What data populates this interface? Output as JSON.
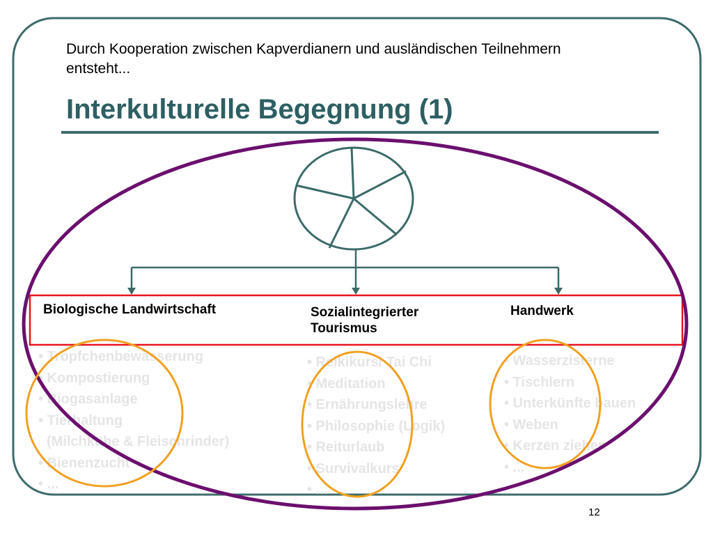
{
  "slide": {
    "subtitle": "Durch Kooperation zwischen Kapverdianern und ausländischen Teilnehmern entsteht...",
    "title": "Interkulturelle Begegnung (1)",
    "page_number": "12"
  },
  "categories": [
    {
      "label": "Biologische Landwirtschaft",
      "items": [
        "• Tröpfchenbewässerung",
        "• Kompostierung",
        "• Biogasanlage",
        "• Tierhaltung",
        "  (Milchkühe & Fleischrinder)",
        "• Bienenzucht",
        "• ..."
      ]
    },
    {
      "label": "Sozialintegrierter Tourismus",
      "items": [
        "• Reikikurs/ Tai Chi",
        "• Meditation",
        "• Ernährungslehre",
        "• Philosophie (Logik)",
        "• Reiturlaub",
        "• Survivalkurs",
        "• ..."
      ]
    },
    {
      "label": "Handwerk",
      "items": [
        "• Wasserzisterne",
        "• Tischlern",
        "• Unterkünfte bauen",
        "• Weben",
        "• Kerzen ziehen",
        "• ..."
      ]
    }
  ],
  "colors": {
    "frame": "#3d6b6b",
    "title": "#2d5f63",
    "connector": "#3b6a68",
    "category_box": "#e8141c",
    "big_ellipse": "#6b0f6e",
    "small_ellipses": "#f0a020",
    "faded_text": "#e5e5e5"
  }
}
